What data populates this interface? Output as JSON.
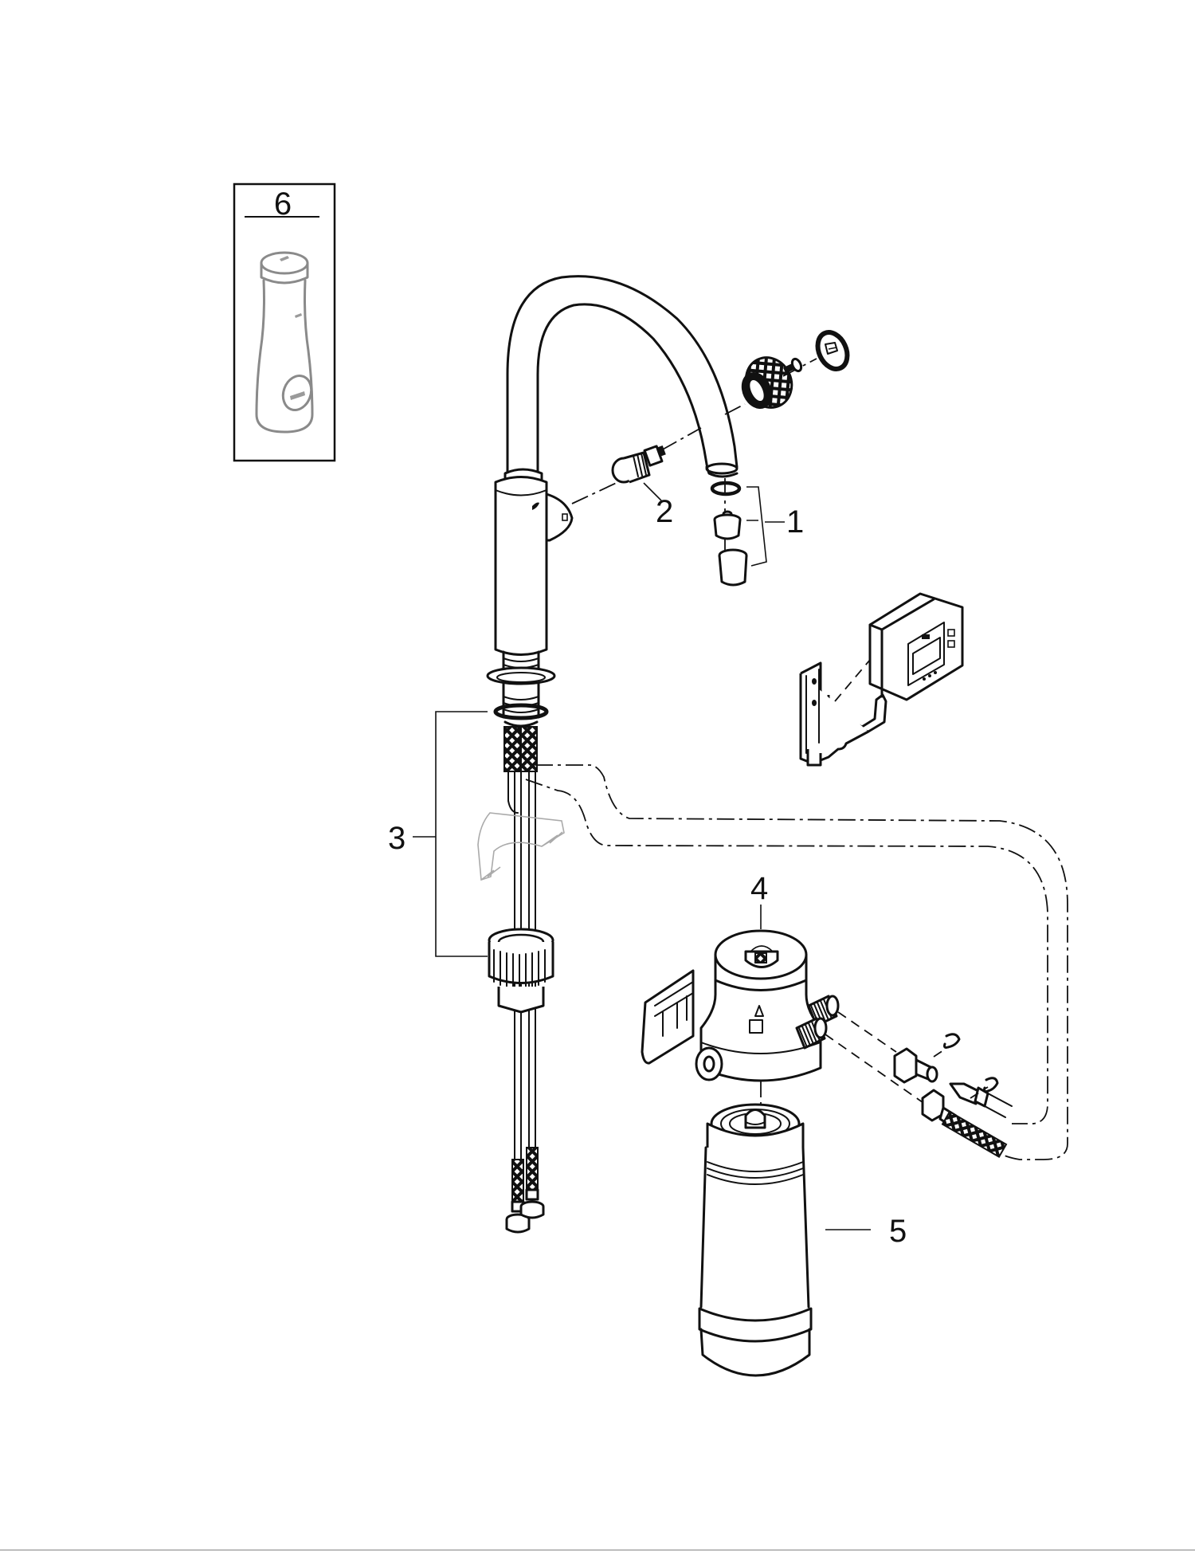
{
  "diagram": {
    "type": "exploded-parts-view",
    "subject": "kitchen filter tap system",
    "line_color": "#111111",
    "secondary_line_color": "#8a8a8a",
    "background": "#ffffff",
    "callouts": [
      {
        "id": "1",
        "label": "1",
        "part": "aerator set (washer, aerator insert, aerator housing)"
      },
      {
        "id": "2",
        "label": "2",
        "part": "cartridge / valve insert"
      },
      {
        "id": "3",
        "label": "3",
        "part": "mounting set with hoses and fixing nut"
      },
      {
        "id": "4",
        "label": "4",
        "part": "filter head with wall bracket"
      },
      {
        "id": "5",
        "label": "5",
        "part": "filter cartridge"
      },
      {
        "id": "6",
        "label": "6",
        "part": "optional accessory bottle"
      }
    ],
    "unlabeled_parts": [
      "spout end cap nut",
      "screw",
      "end cap disc",
      "filter display unit with bracket",
      "hose connectors and clips",
      "flexible connection hose"
    ]
  }
}
